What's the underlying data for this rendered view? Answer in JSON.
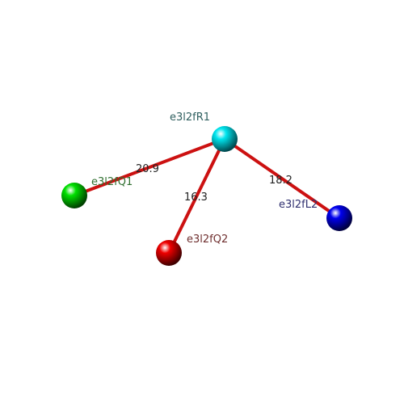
{
  "diagram": {
    "nodes": [
      {
        "id": "R1",
        "label": "e3l2fR1",
        "color": "#00e5ee",
        "label_color": "#2f5f5f"
      },
      {
        "id": "Q1",
        "label": "e3l2fQ1",
        "color": "#00e000",
        "label_color": "#2f6f2f"
      },
      {
        "id": "Q2",
        "label": "e3l2fQ2",
        "color": "#ee0000",
        "label_color": "#6f2f2f"
      },
      {
        "id": "L2",
        "label": "e3l2fL2",
        "color": "#0000ee",
        "label_color": "#2f2f6f"
      }
    ],
    "edges": [
      {
        "from": "R1",
        "to": "Q1",
        "label": "20.9",
        "color": "#cc1111"
      },
      {
        "from": "R1",
        "to": "Q2",
        "label": "16.3",
        "color": "#cc1111"
      },
      {
        "from": "R1",
        "to": "L2",
        "label": "18.2",
        "color": "#cc1111"
      }
    ]
  }
}
